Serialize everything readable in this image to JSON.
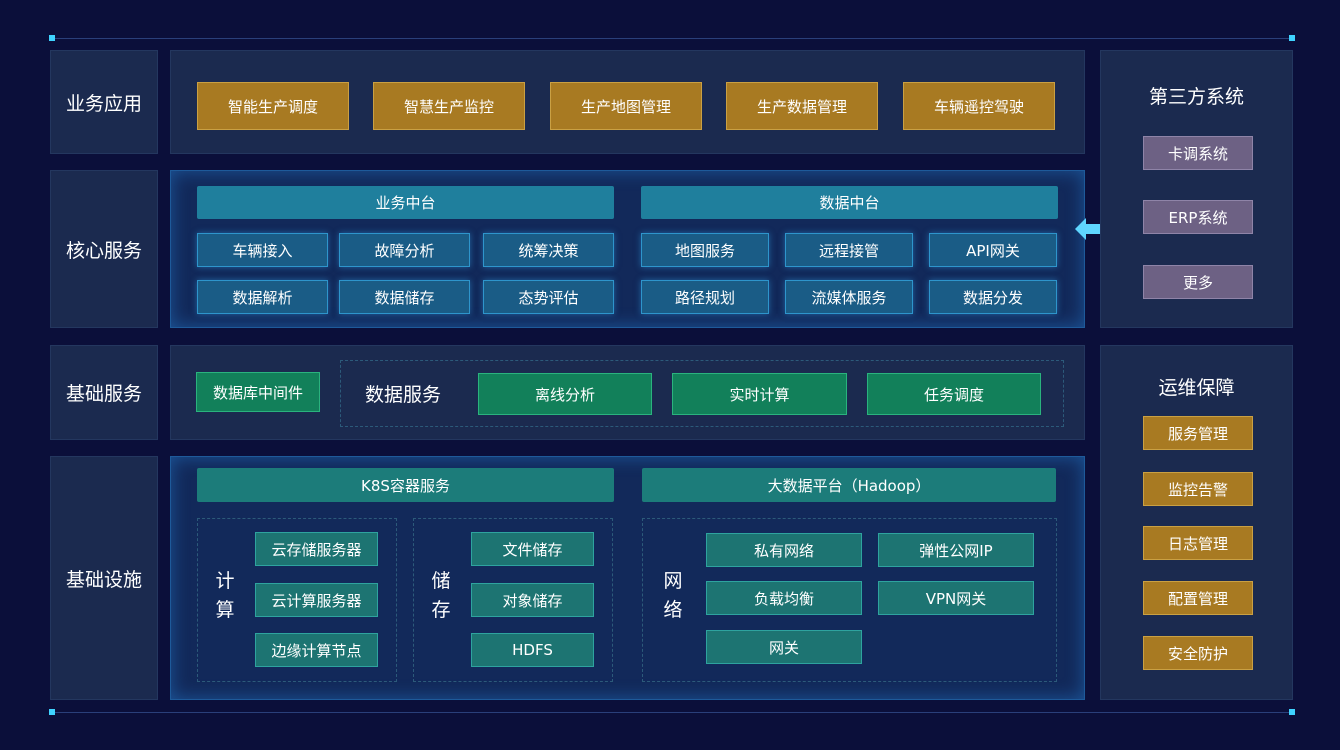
{
  "rows": {
    "business": "业务应用",
    "core": "核心服务",
    "basic": "基础服务",
    "infra": "基础设施"
  },
  "business_apps": [
    "智能生产调度",
    "智慧生产监控",
    "生产地图管理",
    "生产数据管理",
    "车辆遥控驾驶"
  ],
  "core": {
    "business_center": {
      "title": "业务中台",
      "items": [
        "车辆接入",
        "故障分析",
        "统筹决策",
        "数据解析",
        "数据储存",
        "态势评估"
      ]
    },
    "data_center": {
      "title": "数据中台",
      "items": [
        "地图服务",
        "远程接管",
        "API网关",
        "路径规划",
        "流媒体服务",
        "数据分发"
      ]
    }
  },
  "basic": {
    "middleware": "数据库中间件",
    "data_service_label": "数据服务",
    "data_services": [
      "离线分析",
      "实时计算",
      "任务调度"
    ]
  },
  "infra": {
    "k8s": "K8S容器服务",
    "bigdata": "大数据平台（Hadoop）",
    "compute_label": [
      "计",
      "算"
    ],
    "compute": [
      "云存储服务器",
      "云计算服务器",
      "边缘计算节点"
    ],
    "storage_label": [
      "储",
      "存"
    ],
    "storage": [
      "文件储存",
      "对象储存",
      "HDFS"
    ],
    "network_label": [
      "网",
      "络"
    ],
    "network": [
      "私有网络",
      "弹性公网IP",
      "负载均衡",
      "VPN网关",
      "网关"
    ]
  },
  "third_party": {
    "title": "第三方系统",
    "items": [
      "卡调系统",
      "ERP系统",
      "更多"
    ]
  },
  "ops": {
    "title": "运维保障",
    "items": [
      "服务管理",
      "监控告警",
      "日志管理",
      "配置管理",
      "安全防护"
    ]
  },
  "colors": {
    "background": "#0b0f3a",
    "gold": "#a87a22",
    "blue": "#1a5c86",
    "green": "#12805a",
    "teal": "#1d7472",
    "purple": "#6d6184",
    "arrow": "#5fd6ff"
  }
}
